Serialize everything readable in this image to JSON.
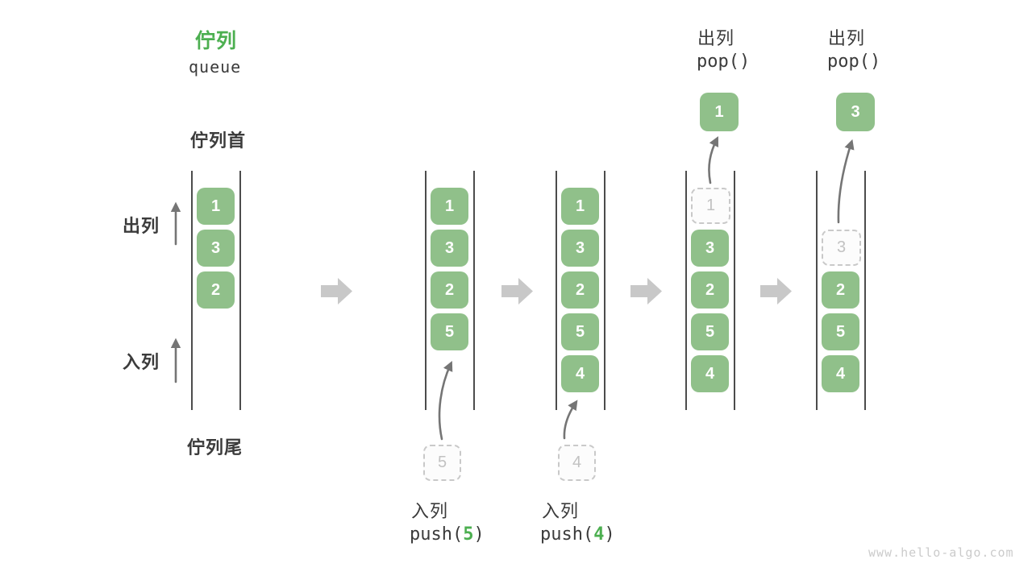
{
  "title": {
    "zh": "佇列",
    "en": "queue"
  },
  "side_labels": {
    "front": "佇列首",
    "rear": "佇列尾",
    "dequeue": "出列",
    "enqueue": "入列"
  },
  "watermark": "www.hello-algo.com",
  "colors": {
    "accent_green": "#4CAF50",
    "box_green": "#90C08A",
    "box_text": "#FFFFFF",
    "ghost_fill": "#FCFCFC",
    "dashed_border": "#C9C9C9",
    "dashed_text": "#C2C2C2",
    "line_color": "#4C4C4C",
    "arrow_color": "#757575",
    "block_arrow": "#C8C8C8",
    "text_dark": "#3B3B3B",
    "watermark_color": "#CBCBCB"
  },
  "states": [
    {
      "name": "initial-queue",
      "slots": [
        {
          "row": 0,
          "value": "1",
          "style": "filled"
        },
        {
          "row": 1,
          "value": "3",
          "style": "filled"
        },
        {
          "row": 2,
          "value": "2",
          "style": "filled"
        }
      ]
    },
    {
      "name": "after-push-5",
      "slots": [
        {
          "row": 0,
          "value": "1",
          "style": "filled"
        },
        {
          "row": 1,
          "value": "3",
          "style": "filled"
        },
        {
          "row": 2,
          "value": "2",
          "style": "filled"
        },
        {
          "row": 3,
          "value": "5",
          "style": "filled"
        }
      ],
      "staged": {
        "value": "5"
      },
      "op": {
        "position": "bottom",
        "label": "入列",
        "code_pre": "push(",
        "code_arg": "5",
        "code_post": ")"
      }
    },
    {
      "name": "after-push-4",
      "slots": [
        {
          "row": 0,
          "value": "1",
          "style": "filled"
        },
        {
          "row": 1,
          "value": "3",
          "style": "filled"
        },
        {
          "row": 2,
          "value": "2",
          "style": "filled"
        },
        {
          "row": 3,
          "value": "5",
          "style": "filled"
        },
        {
          "row": 4,
          "value": "4",
          "style": "filled"
        }
      ],
      "staged": {
        "value": "4"
      },
      "op": {
        "position": "bottom",
        "label": "入列",
        "code_pre": "push(",
        "code_arg": "4",
        "code_post": ")"
      }
    },
    {
      "name": "after-pop-1",
      "slots": [
        {
          "row": 0,
          "value": "1",
          "style": "ghost"
        },
        {
          "row": 1,
          "value": "3",
          "style": "filled"
        },
        {
          "row": 2,
          "value": "2",
          "style": "filled"
        },
        {
          "row": 3,
          "value": "5",
          "style": "filled"
        },
        {
          "row": 4,
          "value": "4",
          "style": "filled"
        }
      ],
      "popped": {
        "value": "1"
      },
      "op": {
        "position": "top",
        "label": "出列",
        "code_pre": "pop()",
        "code_arg": "",
        "code_post": ""
      }
    },
    {
      "name": "after-pop-3",
      "slots": [
        {
          "row": 1,
          "value": "3",
          "style": "ghost"
        },
        {
          "row": 2,
          "value": "2",
          "style": "filled"
        },
        {
          "row": 3,
          "value": "5",
          "style": "filled"
        },
        {
          "row": 4,
          "value": "4",
          "style": "filled"
        }
      ],
      "popped": {
        "value": "3"
      },
      "op": {
        "position": "top",
        "label": "出列",
        "code_pre": "pop()",
        "code_arg": "",
        "code_post": ""
      }
    }
  ]
}
